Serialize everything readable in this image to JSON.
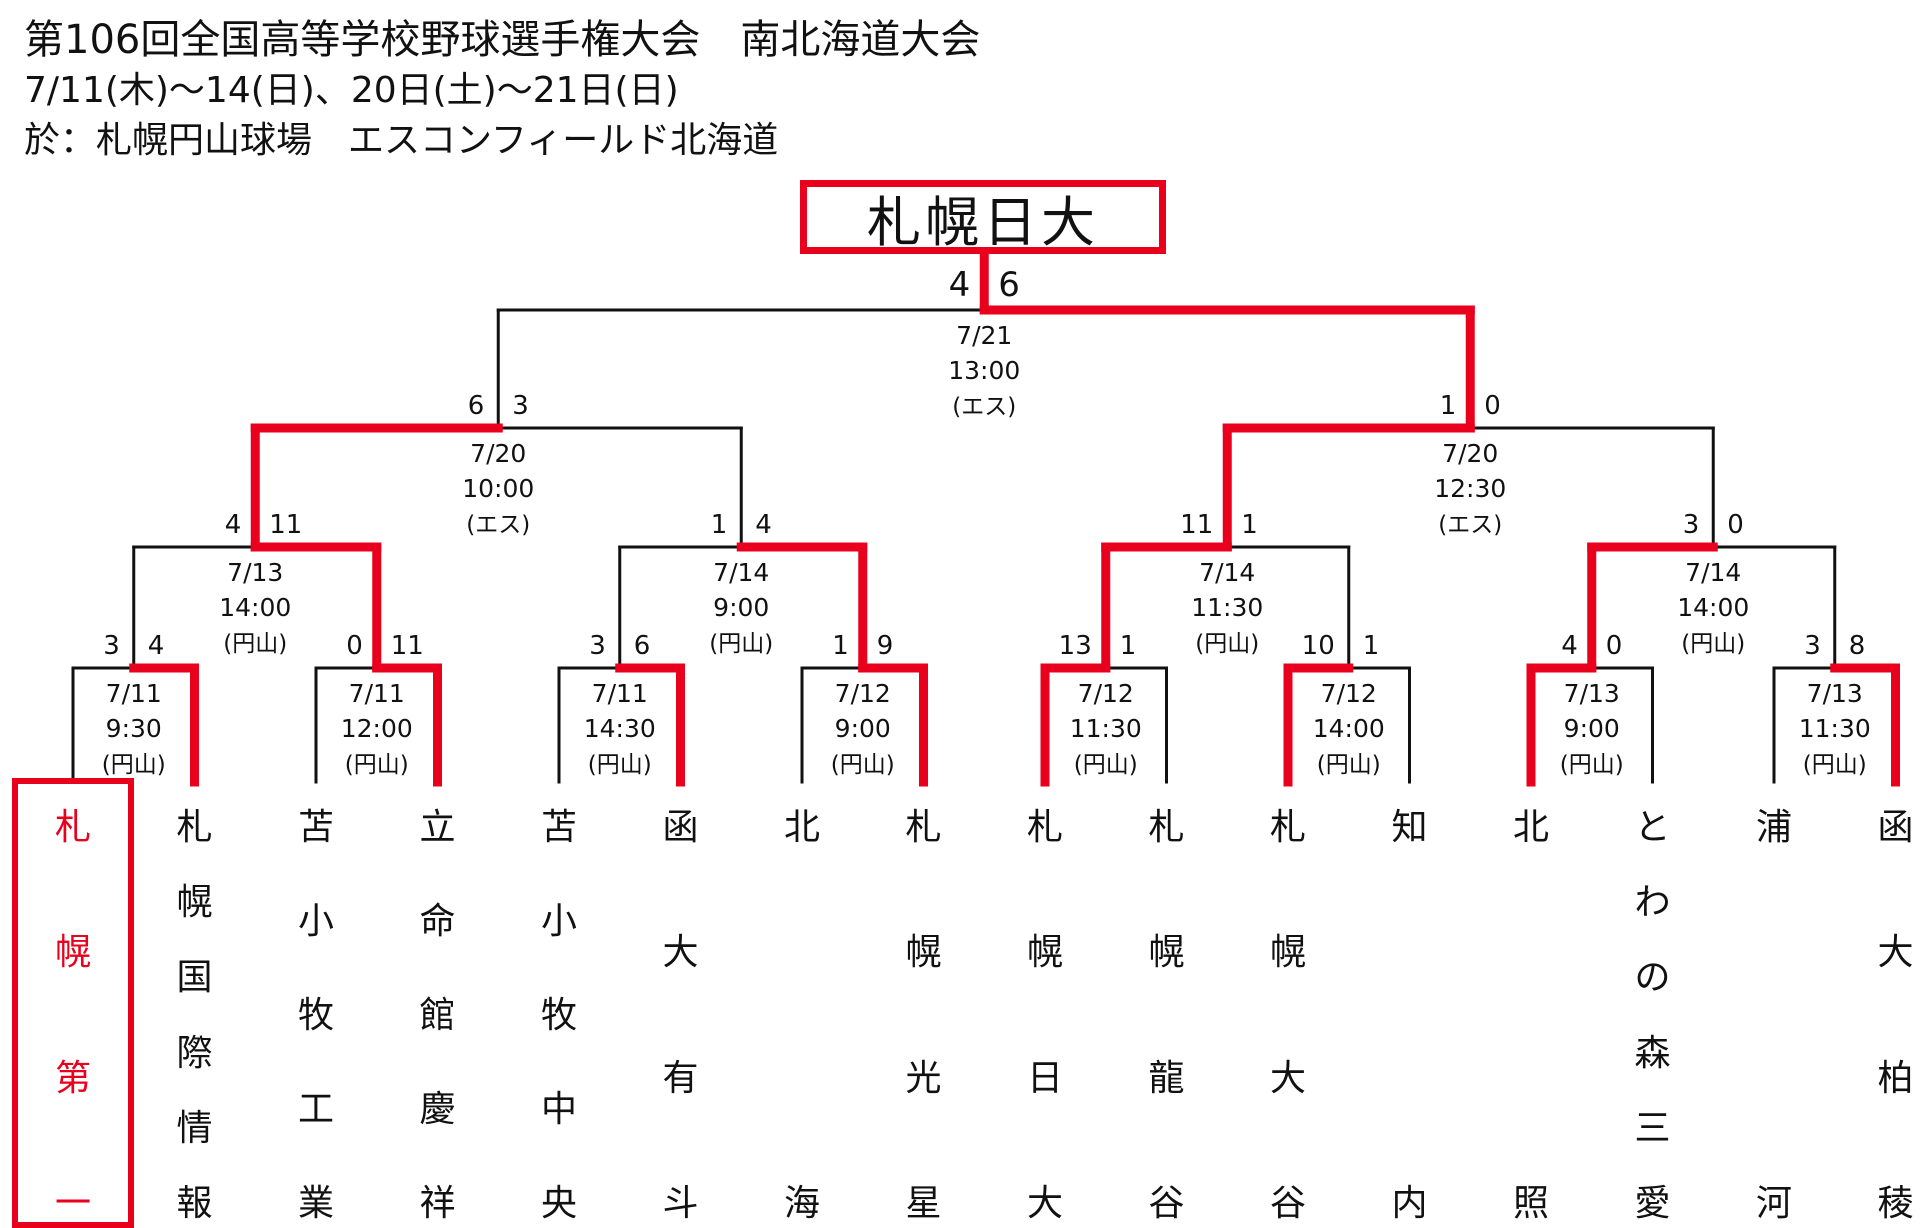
{
  "header": {
    "title": "第106回全国高等学校野球選手権大会　南北海道大会",
    "dates": "7/11(木)～14(日)、20日(土)～21日(日)",
    "venue": "於：札幌円山球場　エスコンフィールド北海道"
  },
  "champion": "札幌日大",
  "colors": {
    "winner_path": "#e8001c",
    "line": "#111111"
  },
  "teams": [
    {
      "name": "札幌第一",
      "winner": true
    },
    {
      "name": "札幌国際情報"
    },
    {
      "name": "苫小牧工業"
    },
    {
      "name": "立命館慶祥"
    },
    {
      "name": "苫小牧中央"
    },
    {
      "name": "函大有斗"
    },
    {
      "name": "北海"
    },
    {
      "name": "札幌光星"
    },
    {
      "name": "札幌日大"
    },
    {
      "name": "札幌龍谷"
    },
    {
      "name": "札幌大谷"
    },
    {
      "name": "知内"
    },
    {
      "name": "北照"
    },
    {
      "name": "とわの森三愛"
    },
    {
      "name": "浦河"
    },
    {
      "name": "函大柏稜"
    }
  ],
  "round1": [
    {
      "date": "7/11",
      "time": "9:30",
      "venue": "(円山)",
      "scores": [
        "3",
        "4"
      ],
      "winner": 1
    },
    {
      "date": "7/11",
      "time": "12:00",
      "venue": "(円山)",
      "scores": [
        "0",
        "11"
      ],
      "winner": 1
    },
    {
      "date": "7/11",
      "time": "14:30",
      "venue": "(円山)",
      "scores": [
        "3",
        "6"
      ],
      "winner": 1
    },
    {
      "date": "7/12",
      "time": "9:00",
      "venue": "(円山)",
      "scores": [
        "1",
        "9"
      ],
      "winner": 1
    },
    {
      "date": "7/12",
      "time": "11:30",
      "venue": "(円山)",
      "scores": [
        "13",
        "1"
      ],
      "winner": 0
    },
    {
      "date": "7/12",
      "time": "14:00",
      "venue": "(円山)",
      "scores": [
        "10",
        "1"
      ],
      "winner": 0
    },
    {
      "date": "7/13",
      "time": "9:00",
      "venue": "(円山)",
      "scores": [
        "4",
        "0"
      ],
      "winner": 0
    },
    {
      "date": "7/13",
      "time": "11:30",
      "venue": "(円山)",
      "scores": [
        "3",
        "8"
      ],
      "winner": 1
    }
  ],
  "round2": [
    {
      "date": "7/13",
      "time": "14:00",
      "venue": "(円山)",
      "scores": [
        "4",
        "11"
      ],
      "winner": 1
    },
    {
      "date": "7/14",
      "time": "9:00",
      "venue": "(円山)",
      "scores": [
        "1",
        "4"
      ],
      "winner": 1
    },
    {
      "date": "7/14",
      "time": "11:30",
      "venue": "(円山)",
      "scores": [
        "11",
        "1"
      ],
      "winner": 0
    },
    {
      "date": "7/14",
      "time": "14:00",
      "venue": "(円山)",
      "scores": [
        "3",
        "0"
      ],
      "winner": 0
    }
  ],
  "semis": [
    {
      "date": "7/20",
      "time": "10:00",
      "venue": "(エス)",
      "scores": [
        "6",
        "3"
      ],
      "winner": 0
    },
    {
      "date": "7/20",
      "time": "12:30",
      "venue": "(エス)",
      "scores": [
        "1",
        "0"
      ],
      "winner": 0
    }
  ],
  "final": {
    "date": "7/21",
    "time": "13:00",
    "venue": "(エス)",
    "scores": [
      "4",
      "6"
    ],
    "winner": 1
  }
}
